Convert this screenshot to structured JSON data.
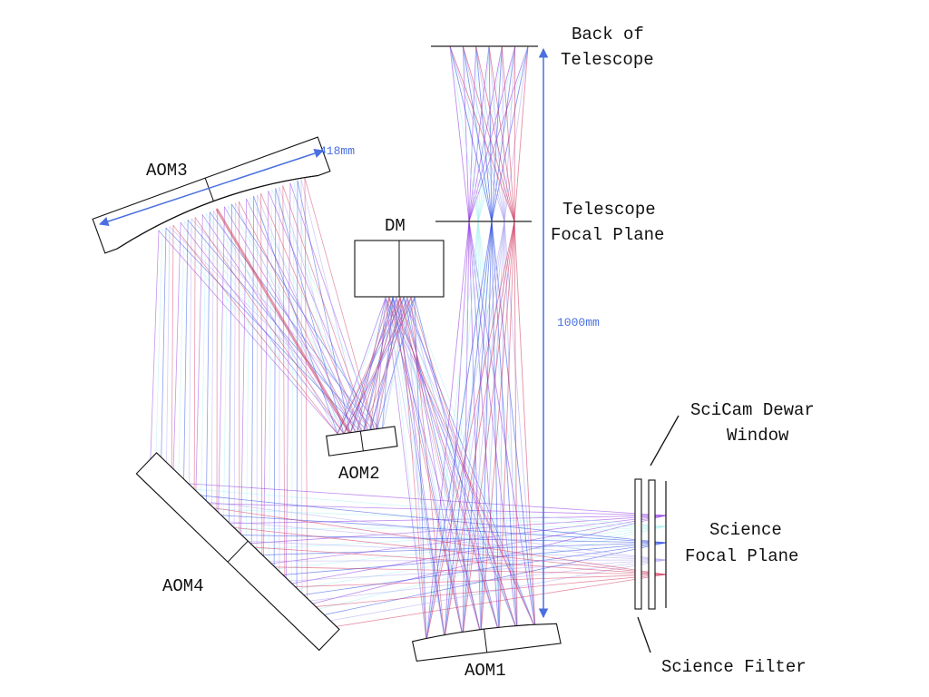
{
  "diagram": {
    "title": "Adaptive optics relay optical layout",
    "colors": {
      "rays": [
        "#8a2be2",
        "#a8f0f0",
        "#1e3fe0",
        "#a9a0f0",
        "#d0325a"
      ],
      "dimension": "#4a6fe0",
      "outline": "#111111"
    },
    "labels": {
      "back_of_telescope": [
        "Back of",
        "Telescope"
      ],
      "telescope_focal_plane": [
        "Telescope",
        "Focal Plane"
      ],
      "dm": "DM",
      "aom1": "AOM1",
      "aom2": "AOM2",
      "aom3": "AOM3",
      "aom4": "AOM4",
      "scicam_dewar_window": [
        "SciCam Dewar",
        "Window"
      ],
      "science_focal_plane": [
        "Science",
        "Focal Plane"
      ],
      "science_filter": "Science Filter"
    },
    "dimensions": {
      "aom3_width": "418mm",
      "telescope_path_length": "1000mm"
    },
    "field_points": 5
  }
}
